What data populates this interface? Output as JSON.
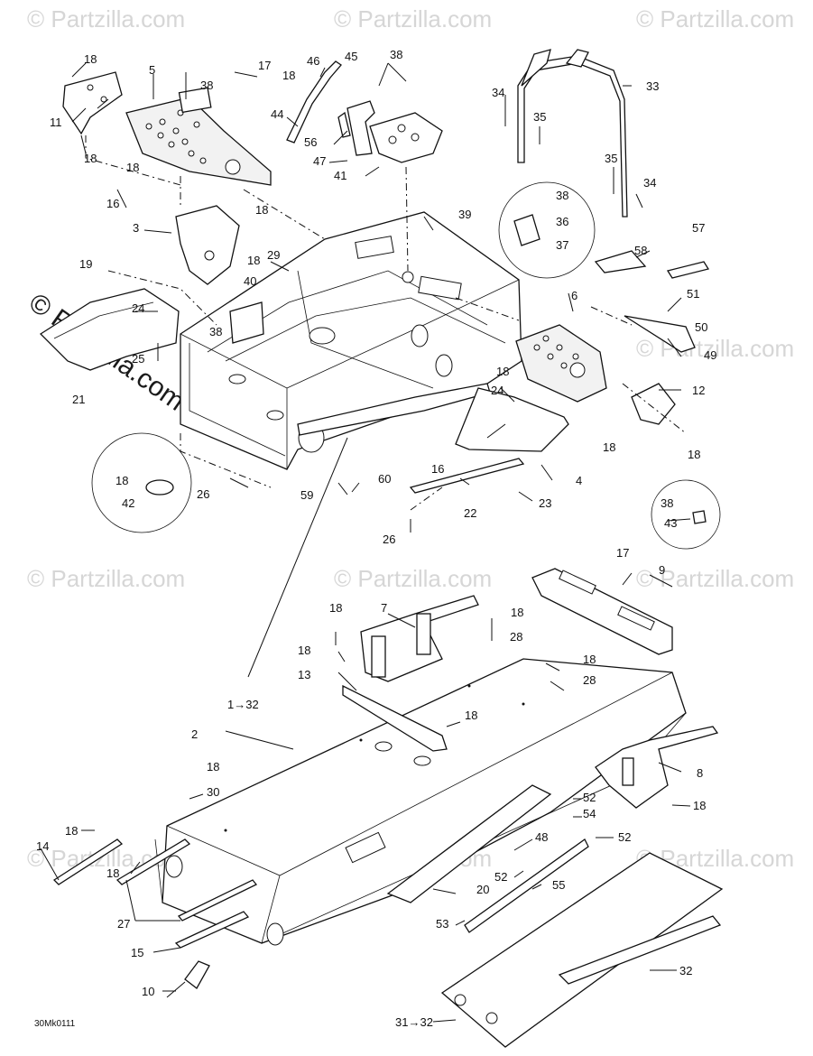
{
  "watermark": {
    "text": "© Partzilla.com",
    "side_text": "© Partzilla.com"
  },
  "code": "30Mk0111",
  "callouts": {
    "c18a": "18",
    "c5": "5",
    "c38a": "38",
    "c17a": "17",
    "c18b": "18",
    "c46": "46",
    "c45": "45",
    "c38b": "38",
    "c11": "11",
    "c44": "44",
    "c56": "56",
    "c47": "47",
    "c41": "41",
    "c18c": "18",
    "c18d": "18",
    "c16a": "16",
    "c18e": "18",
    "c3": "3",
    "c39": "39",
    "c19": "19",
    "c29": "29",
    "c18f": "18",
    "c40": "40",
    "c24a": "24",
    "c38c": "38",
    "c25": "25",
    "c21": "21",
    "c33": "33",
    "c34a": "34",
    "c35a": "35",
    "c35b": "35",
    "c34b": "34",
    "c38d": "38",
    "c36": "36",
    "c37": "37",
    "c57": "57",
    "c58": "58",
    "c6": "6",
    "c51": "51",
    "c50": "50",
    "c49": "49",
    "c18g": "18",
    "c24b": "24",
    "c12": "12",
    "c16b": "16",
    "c4": "4",
    "c18h": "18",
    "c18i": "18",
    "c22": "22",
    "c23": "23",
    "c18j": "18",
    "c42": "42",
    "c26a": "26",
    "c59": "59",
    "c60": "60",
    "c26b": "26",
    "c38e": "38",
    "c43": "43",
    "c17b": "17",
    "c9": "9",
    "c7": "7",
    "c18k": "18",
    "c18l": "18",
    "c28a": "28",
    "c18m": "18",
    "c13": "13",
    "c18n": "18",
    "c28b": "28",
    "c1": "1→32",
    "c2": "2",
    "c18o": "18",
    "c8": "8",
    "c18p": "18",
    "c30": "30",
    "c52a": "52",
    "c54": "54",
    "c52b": "52",
    "c18q": "18",
    "c14": "14",
    "c48": "48",
    "c18r": "18",
    "c52c": "52",
    "c55": "55",
    "c20": "20",
    "c27": "27",
    "c53": "53",
    "c15": "15",
    "c32": "32",
    "c18s": "18",
    "c10": "10",
    "c31": "31→32"
  }
}
